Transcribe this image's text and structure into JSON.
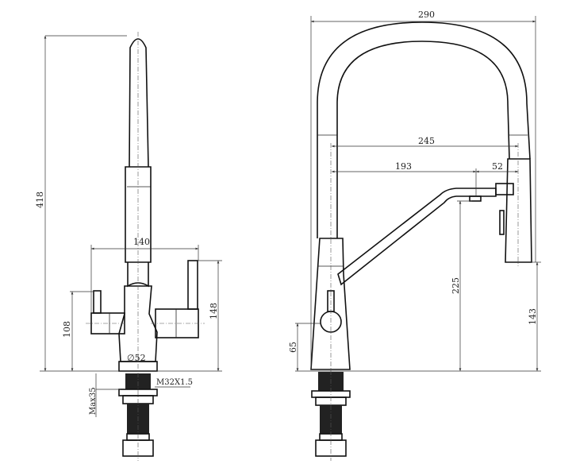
{
  "front_view": {
    "height_total": "418",
    "handle_span": "140",
    "right_handle_height": "148",
    "left_handle_height": "108",
    "base_diameter": "∅52",
    "thread": "M32X1.5",
    "max_mount_thickness": "Max35"
  },
  "side_view": {
    "overall_width": "290",
    "spray_reach": "245",
    "spout_reach": "193",
    "spout_offset": "52",
    "spout_height": "225",
    "spray_height": "143",
    "handle_height": "65"
  }
}
